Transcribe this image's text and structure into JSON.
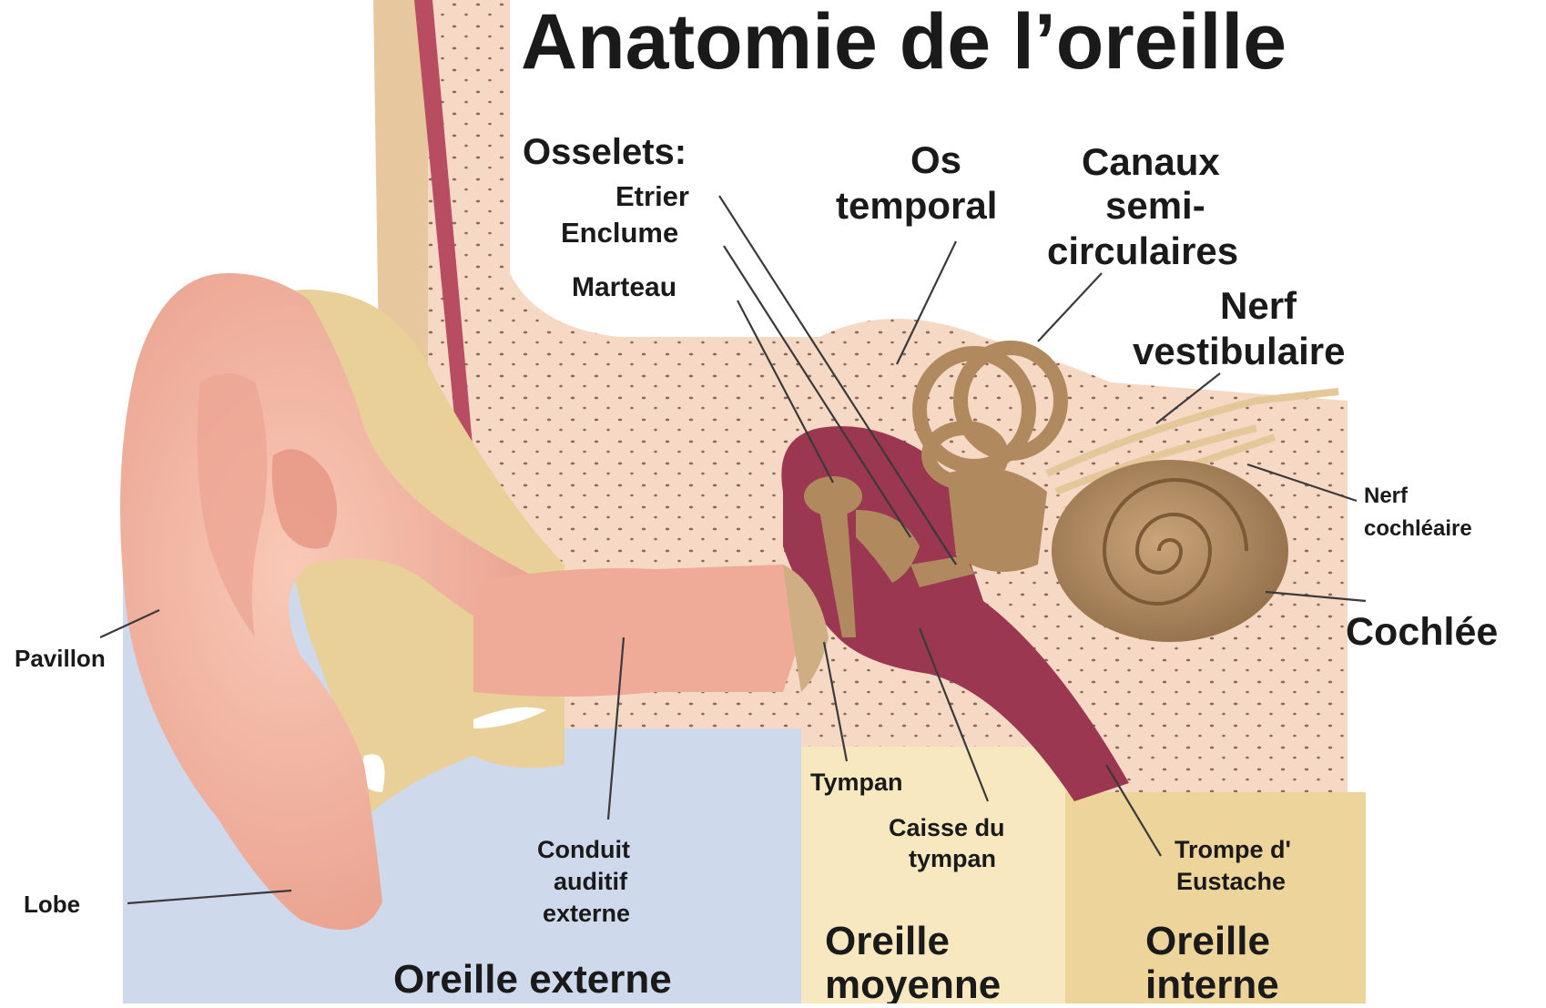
{
  "title": "Anatomie de l’oreille",
  "regions": {
    "outer": "Oreille externe",
    "middle_1": "Oreille",
    "middle_2": "moyenne",
    "inner_1": "Oreille",
    "inner_2": "interne"
  },
  "labels": {
    "osselets": "Osselets:",
    "etrier": "Etrier",
    "enclume": "Enclume",
    "marteau": "Marteau",
    "os_temporal_1": "Os",
    "os_temporal_2": "temporal",
    "canaux_1": "Canaux",
    "canaux_2": "semi-",
    "canaux_3": "circulaires",
    "nerf_vest_1": "Nerf",
    "nerf_vest_2": "vestibulaire",
    "nerf_coch_1": "Nerf",
    "nerf_coch_2": "cochléaire",
    "cochlee": "Cochlée",
    "pavillon": "Pavillon",
    "lobe": "Lobe",
    "conduit_1": "Conduit",
    "conduit_2": "auditif",
    "conduit_3": "externe",
    "tympan": "Tympan",
    "caisse_1": "Caisse du",
    "caisse_2": "tympan",
    "trompe_1": "Trompe d'",
    "trompe_2": "Eustache"
  },
  "colors": {
    "outer_bg": "#cfd9ec",
    "middle_bg": "#f7e8bf",
    "inner_bg": "#ecd49a",
    "skin": "#f3b7a6",
    "bone": "#f6d9c5",
    "ossicles": "#b08a5e",
    "cavity": "#9c3752"
  }
}
